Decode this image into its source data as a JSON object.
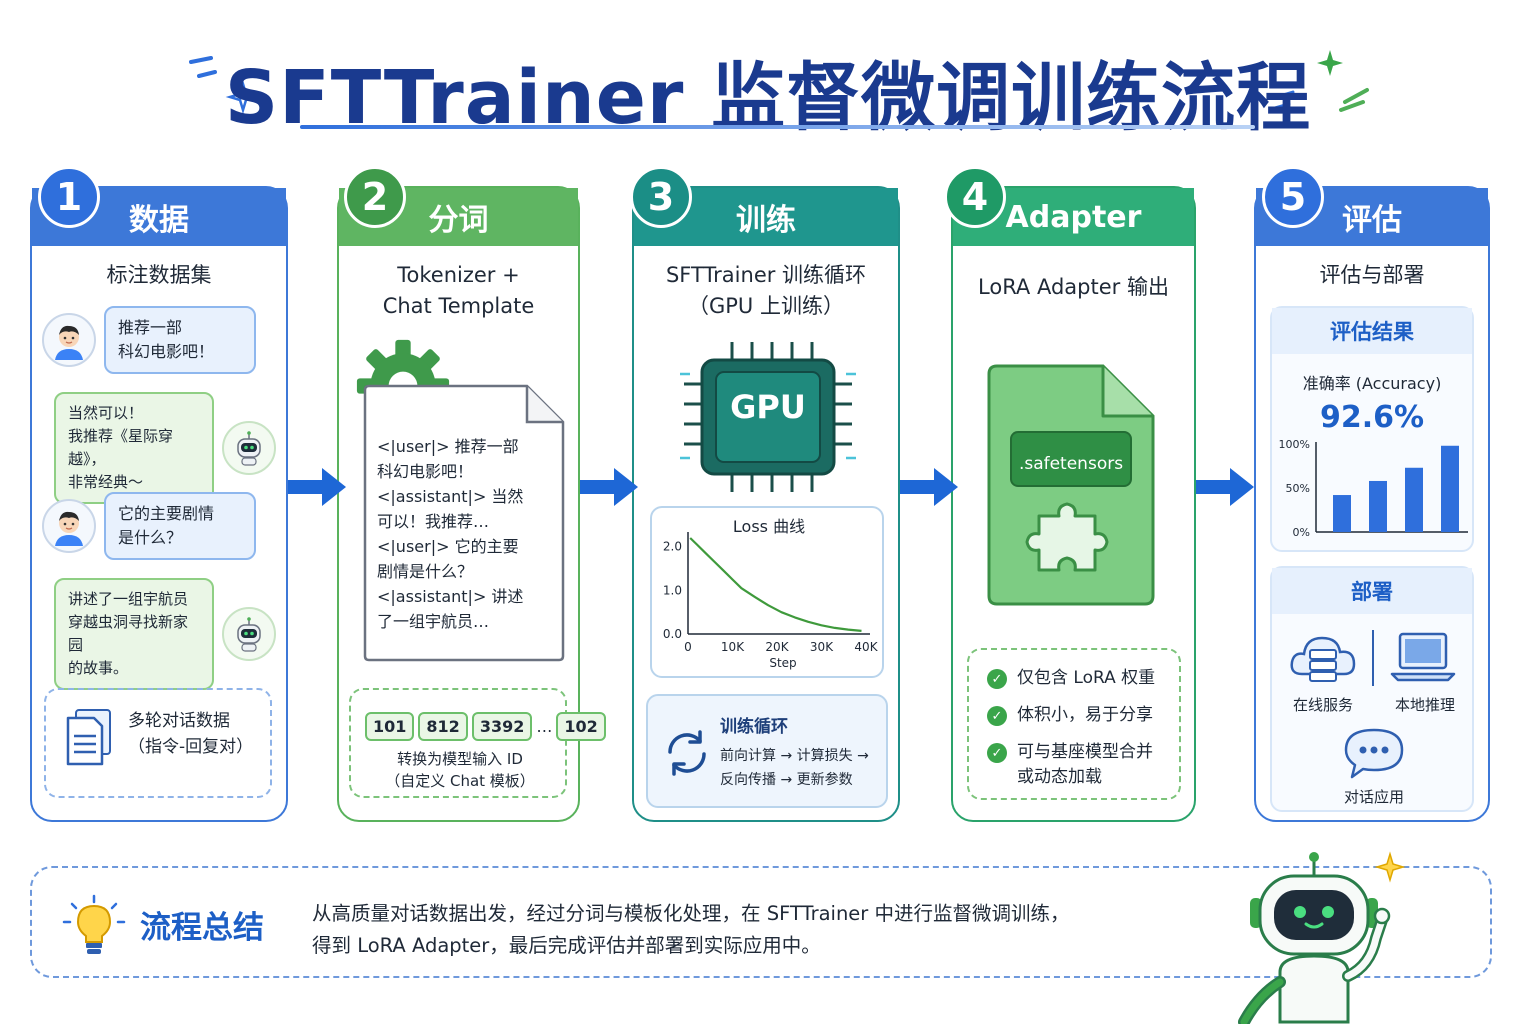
{
  "title": "SFTTrainer 监督微调训练流程",
  "colors": {
    "blue": "#2f6fdc",
    "green": "#4fae57",
    "teal": "#1b8e86",
    "emerald": "#2aa36b",
    "arrow": "#1e67d6"
  },
  "steps": [
    {
      "num": "1",
      "label": "数据",
      "subtitle": "标注数据集",
      "chat": [
        {
          "role": "user",
          "text": "推荐一部\n科幻电影吧！"
        },
        {
          "role": "bot",
          "text": "当然可以！\n我推荐《星际穿越》，\n非常经典～"
        },
        {
          "role": "user",
          "text": "它的主要剧情\n是什么？"
        },
        {
          "role": "bot",
          "text": "讲述了一组宇航员\n穿越虫洞寻找新家园\n的故事。"
        }
      ],
      "footer": "多轮对话数据\n（指令-回复对）"
    },
    {
      "num": "2",
      "label": "分词",
      "subtitle": "Tokenizer +\nChat Template",
      "doc_text": "<|user|>  推荐一部\n科幻电影吧！\n<|assistant|> 当然\n可以！我推荐…\n<|user|>  它的主要\n剧情是什么？\n<|assistant|>  讲述\n了一组宇航员…",
      "tokens": [
        "101",
        "812",
        "3392",
        "…",
        "102"
      ],
      "footer": "转换为模型输入 ID\n（自定义 Chat 模板）"
    },
    {
      "num": "3",
      "label": "训练",
      "subtitle": "SFTTrainer 训练循环\n（GPU 上训练）",
      "chip_label": "GPU",
      "loop_title": "训练循环",
      "loop_text": "前向计算 → 计算损失 →\n反向传播 → 更新参数"
    },
    {
      "num": "4",
      "label": "Adapter",
      "subtitle": "LoRA Adapter 输出",
      "file_label": ".safetensors",
      "checks": [
        "仅包含 LoRA 权重",
        "体积小，易于分享",
        "可与基座模型合并\n或动态加载"
      ]
    },
    {
      "num": "5",
      "label": "评估",
      "subtitle": "评估与部署",
      "eval_title": "评估结果",
      "metric_label": "准确率 (Accuracy)",
      "metric_value": "92.6%",
      "deploy_title": "部署",
      "deploy_items": [
        "在线服务",
        "本地推理",
        "对话应用"
      ]
    }
  ],
  "chart_data": [
    {
      "type": "line",
      "title": "Loss 曲线",
      "xlabel": "Step",
      "ylabel": "",
      "x_ticks": [
        "0",
        "10K",
        "20K",
        "30K",
        "40K"
      ],
      "y_ticks": [
        "0.0",
        "1.0",
        "2.0"
      ],
      "xlim": [
        0,
        40000
      ],
      "ylim": [
        0,
        2.2
      ],
      "x": [
        500,
        2000,
        4000,
        6000,
        8000,
        10000,
        12000,
        15000,
        18000,
        21000,
        24000,
        27000,
        30000,
        33000,
        36000,
        39000
      ],
      "y": [
        2.2,
        2.05,
        1.85,
        1.65,
        1.45,
        1.25,
        1.05,
        0.85,
        0.66,
        0.5,
        0.38,
        0.28,
        0.2,
        0.14,
        0.1,
        0.07
      ]
    },
    {
      "type": "bar",
      "title": "",
      "y_ticks": [
        "0%",
        "50%",
        "100%"
      ],
      "ylim": [
        0,
        100
      ],
      "values": [
        42,
        58,
        73,
        98
      ]
    }
  ],
  "summary": {
    "title": "流程总结",
    "text": "从高质量对话数据出发，经过分词与模板化处理，在 SFTTrainer 中进行监督微调训练，\n得到 LoRA Adapter，最后完成评估并部署到实际应用中。"
  }
}
